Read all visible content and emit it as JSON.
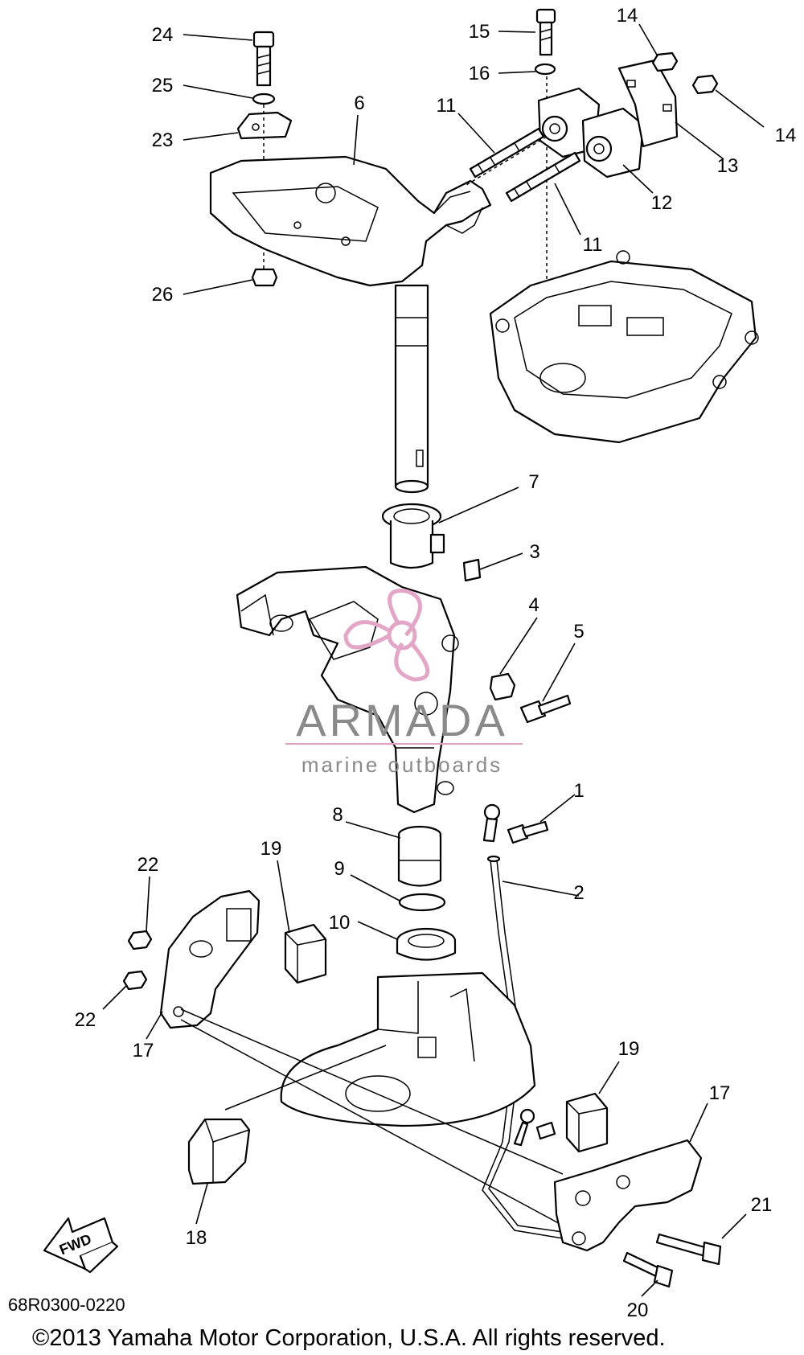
{
  "diagram": {
    "callouts": [
      {
        "label": "24"
      },
      {
        "label": "25"
      },
      {
        "label": "23"
      },
      {
        "label": "6"
      },
      {
        "label": "26"
      },
      {
        "label": "15"
      },
      {
        "label": "16"
      },
      {
        "label": "14"
      },
      {
        "label": "14"
      },
      {
        "label": "11"
      },
      {
        "label": "13"
      },
      {
        "label": "12"
      },
      {
        "label": "11"
      },
      {
        "label": "7"
      },
      {
        "label": "3"
      },
      {
        "label": "4"
      },
      {
        "label": "5"
      },
      {
        "label": "1"
      },
      {
        "label": "8"
      },
      {
        "label": "2"
      },
      {
        "label": "9"
      },
      {
        "label": "10"
      },
      {
        "label": "22"
      },
      {
        "label": "19"
      },
      {
        "label": "22"
      },
      {
        "label": "17"
      },
      {
        "label": "19"
      },
      {
        "label": "17"
      },
      {
        "label": "18"
      },
      {
        "label": "21"
      },
      {
        "label": "20"
      }
    ],
    "fwd_label": "FWD",
    "drawing_code": "68R0300-0220",
    "copyright": "©2013 Yamaha Motor Corporation, U.S.A. All rights reserved."
  },
  "watermark": {
    "title": "ARMADA",
    "subtitle": "marine outboards",
    "colors": {
      "logo": "#e3a6c6",
      "text": "#8a8a8a",
      "rule": "#e0a0bf"
    }
  }
}
